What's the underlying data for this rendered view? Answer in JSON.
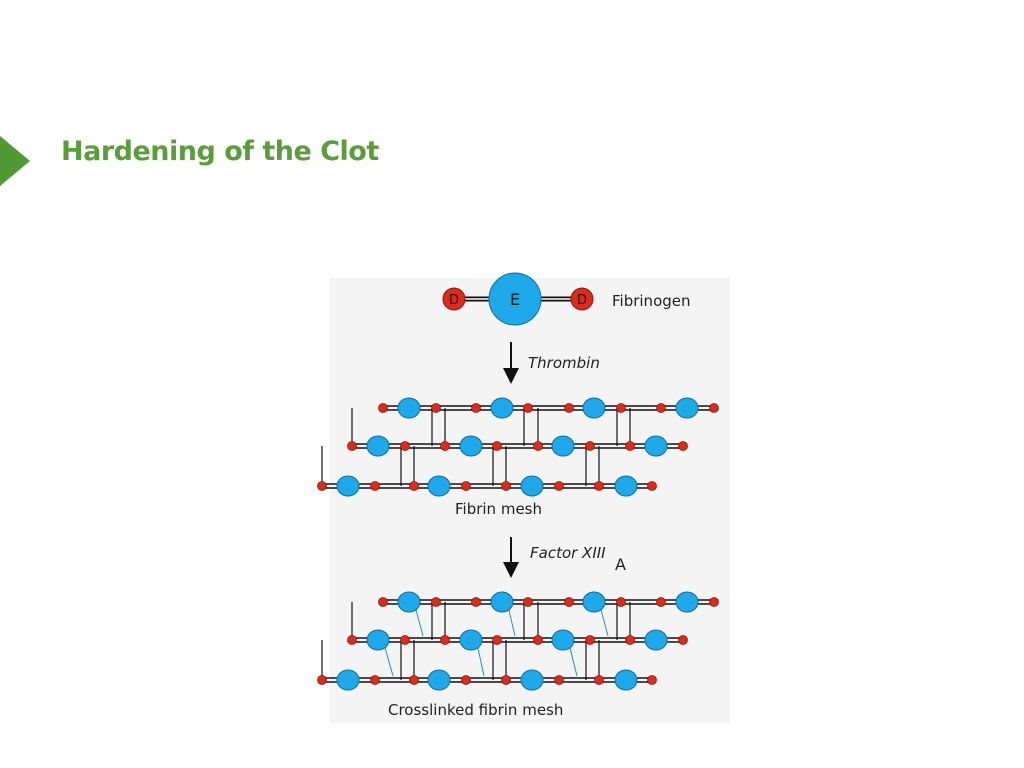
{
  "slide": {
    "title": "Hardening of the Clot",
    "accent_color": "#5a9e3c",
    "marker_icon": "triangle-right-icon"
  },
  "diagram": {
    "colors": {
      "e_domain": "#1eaaea",
      "d_domain": "#dd2a1a",
      "crosslink": "#2a8fbf",
      "background": "#f4f4f4"
    },
    "fibrinogen": {
      "d_left": "D",
      "e_center": "E",
      "d_right": "D",
      "label": "Fibrinogen"
    },
    "step1": {
      "enzyme": "Thrombin"
    },
    "mesh1": {
      "label": "Fibrin mesh"
    },
    "step2": {
      "enzyme": "Factor XIII",
      "subscript": "A"
    },
    "mesh2": {
      "label": "Crosslinked fibrin mesh"
    }
  }
}
